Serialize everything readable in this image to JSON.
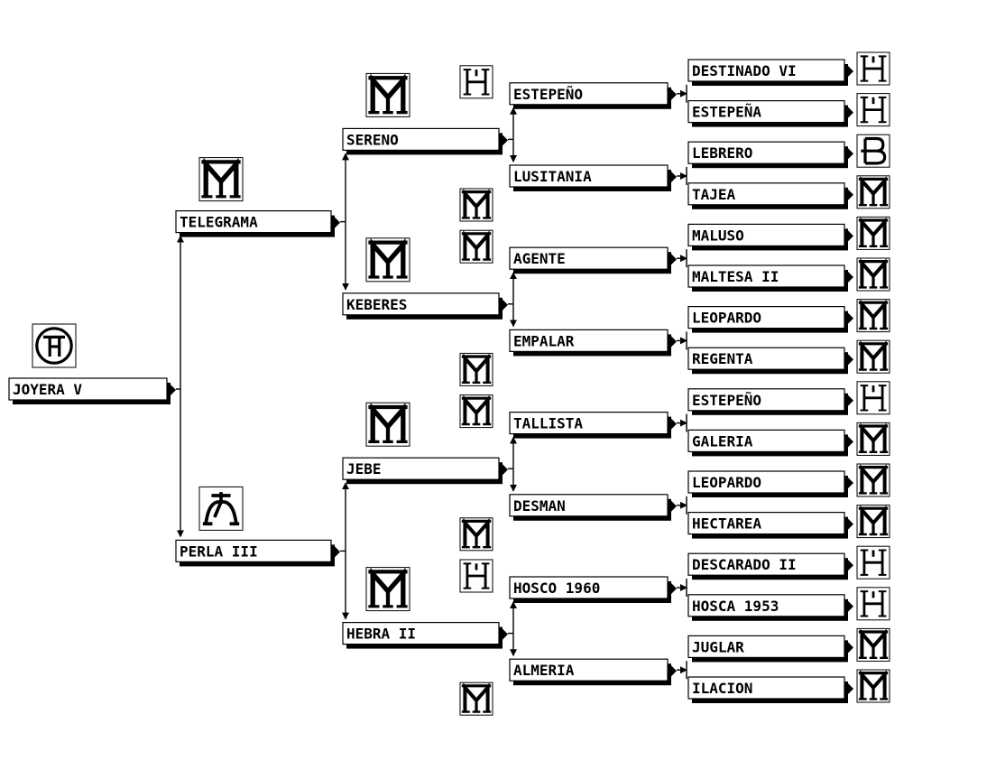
{
  "pedigree": {
    "subject": {
      "name": "JOYERA V",
      "brand": "TH"
    },
    "parents": [
      {
        "name": "TELEGRAMA",
        "brand": "MY"
      },
      {
        "name": "PERLA III",
        "brand": "BELL"
      }
    ],
    "grandparents": [
      {
        "name": "SERENO",
        "brand": "MY"
      },
      {
        "name": "KEBERES",
        "brand": "MY"
      },
      {
        "name": "JEBE",
        "brand": "MY"
      },
      {
        "name": "HEBRA II",
        "brand": "MY"
      }
    ],
    "great_grandparents": [
      {
        "name": "ESTEPEÑO",
        "brand": "H"
      },
      {
        "name": "LUSITANIA",
        "brand": "MY"
      },
      {
        "name": "AGENTE",
        "brand": "MY"
      },
      {
        "name": "EMPALAR",
        "brand": "MY"
      },
      {
        "name": "TALLISTA",
        "brand": "MY"
      },
      {
        "name": "DESMAN",
        "brand": "MY"
      },
      {
        "name": "HOSCO 1960",
        "brand": "H"
      },
      {
        "name": "ALMERIA",
        "brand": "MY"
      }
    ],
    "great_great_grandparents": [
      {
        "name": "DESTINADO VI",
        "brand": "H"
      },
      {
        "name": "ESTEPEÑA",
        "brand": "H"
      },
      {
        "name": "LEBRERO",
        "brand": "B"
      },
      {
        "name": "TAJEA",
        "brand": "MY"
      },
      {
        "name": "MALUSO",
        "brand": "MY"
      },
      {
        "name": "MALTESA II",
        "brand": "MY"
      },
      {
        "name": "LEOPARDO",
        "brand": "MY"
      },
      {
        "name": "REGENTA",
        "brand": "MY"
      },
      {
        "name": "ESTEPEÑO",
        "brand": "H"
      },
      {
        "name": "GALERIA",
        "brand": "MY"
      },
      {
        "name": "LEOPARDO",
        "brand": "MY"
      },
      {
        "name": "HECTAREA",
        "brand": "MY"
      },
      {
        "name": "DESCARADO II",
        "brand": "H"
      },
      {
        "name": "HOSCA 1953",
        "brand": "H"
      },
      {
        "name": "JUGLAR",
        "brand": "MY"
      },
      {
        "name": "ILACION",
        "brand": "MY"
      }
    ]
  }
}
